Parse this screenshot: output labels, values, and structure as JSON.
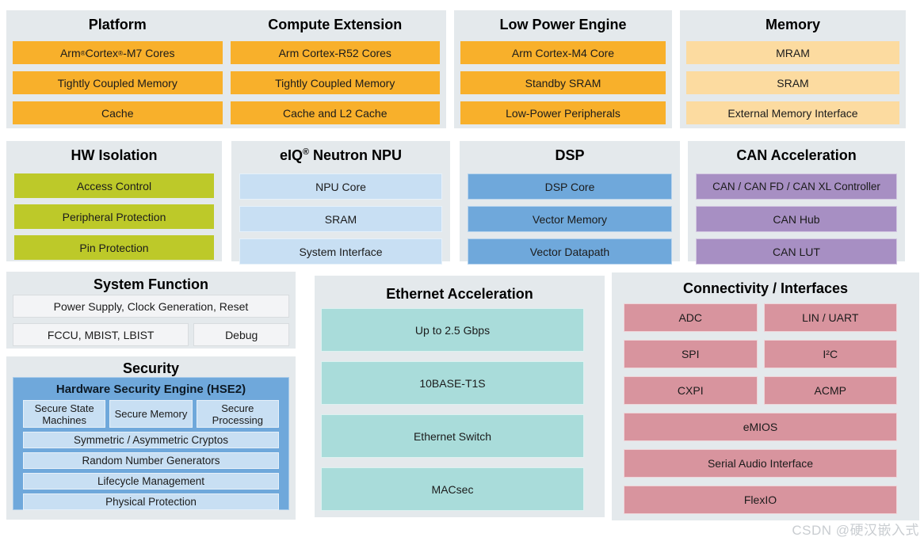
{
  "diagram_title": "MCU block diagram",
  "watermark": {
    "text": "CSDN @硬汉嵌入式"
  },
  "colors": {
    "panel_bg": "#E4E9EC",
    "orange": "#F8B02B",
    "light_orange": "#FCDBA0",
    "green": "#BDC929",
    "light_blue": "#C8DFF3",
    "blue": "#6FA8DB",
    "purple": "#A78FC3",
    "teal": "#A9DCDA",
    "pink": "#D8949E",
    "neutral": "#F3F4F6"
  },
  "sections": {
    "platform": {
      "title": "Platform",
      "bars": [
        "Arm® Cortex®-M7 Cores",
        "Tightly Coupled Memory",
        "Cache"
      ]
    },
    "compute_extension": {
      "title": "Compute Extension",
      "bars": [
        "Arm Cortex-R52 Cores",
        "Tightly Coupled Memory",
        "Cache and L2 Cache"
      ]
    },
    "low_power_engine": {
      "title": "Low Power Engine",
      "bars": [
        "Arm Cortex-M4 Core",
        "Standby SRAM",
        "Low-Power Peripherals"
      ]
    },
    "memory": {
      "title": "Memory",
      "bars": [
        "MRAM",
        "SRAM",
        "External Memory Interface"
      ]
    },
    "hw_isolation": {
      "title": "HW Isolation",
      "bars": [
        "Access Control",
        "Peripheral Protection",
        "Pin Protection"
      ]
    },
    "npu": {
      "title": "eIQ® Neutron NPU",
      "bars": [
        "NPU Core",
        "SRAM",
        "System Interface"
      ]
    },
    "dsp": {
      "title": "DSP",
      "bars": [
        "DSP Core",
        "Vector Memory",
        "Vector Datapath"
      ]
    },
    "can": {
      "title": "CAN Acceleration",
      "bars": [
        "CAN / CAN FD / CAN XL Controller",
        "CAN Hub",
        "CAN LUT"
      ]
    },
    "system_function": {
      "title": "System Function",
      "row1": "Power Supply, Clock Generation, Reset",
      "row2_left": "FCCU, MBIST, LBIST",
      "row2_right": "Debug"
    },
    "security": {
      "title": "Security",
      "hse_title": "Hardware Security Engine (HSE2)",
      "hse_cols": [
        "Secure State Machines",
        "Secure Memory",
        "Secure Processing"
      ],
      "hse_rows": [
        "Symmetric / Asymmetric Cryptos",
        "Random Number Generators",
        "Lifecycle Management",
        "Physical Protection"
      ]
    },
    "ethernet": {
      "title": "Ethernet Acceleration",
      "bars": [
        "Up to 2.5 Gbps",
        "10BASE-T1S",
        "Ethernet Switch",
        "MACsec"
      ]
    },
    "connectivity": {
      "title": "Connectivity / Interfaces",
      "grid": [
        [
          "ADC",
          "LIN / UART"
        ],
        [
          "SPI",
          "I²C"
        ],
        [
          "CXPI",
          "ACMP"
        ]
      ],
      "rows": [
        "eMIOS",
        "Serial Audio Interface",
        "FlexIO"
      ]
    }
  }
}
